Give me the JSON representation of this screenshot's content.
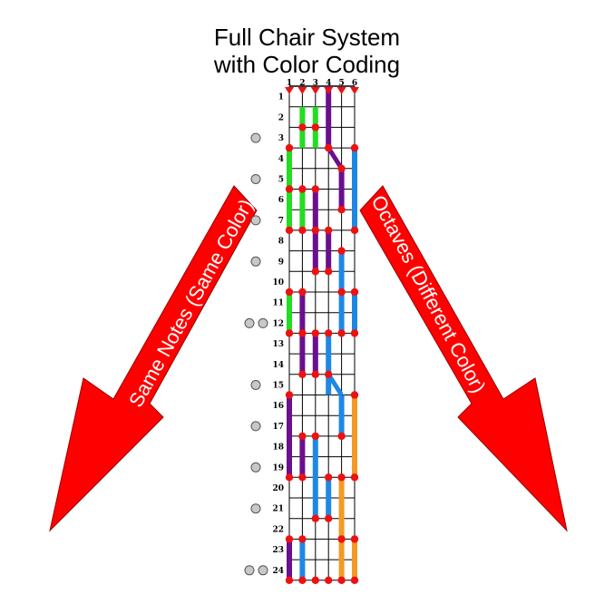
{
  "title": {
    "line1": "Full Chair System",
    "line2": "with Color Coding"
  },
  "string_numbers": [
    "1",
    "2",
    "3",
    "4",
    "5",
    "6"
  ],
  "fret_numbers": [
    "1",
    "2",
    "3",
    "4",
    "5",
    "6",
    "7",
    "8",
    "9",
    "10",
    "11",
    "12",
    "13",
    "14",
    "15",
    "16",
    "17",
    "18",
    "19",
    "20",
    "21",
    "22",
    "23",
    "24"
  ],
  "left_arrow_label": "Same Notes (Same Color)",
  "right_arrow_label": "Octaves (Different Color)",
  "colors": {
    "green": "#22dd22",
    "purple": "#6a0f8e",
    "blue": "#1e88e5",
    "orange": "#f39a26",
    "red": "#ee1111",
    "marker_fill": "#c8c8c8"
  },
  "fret_markers": {
    "single": [
      3,
      5,
      7,
      9,
      15,
      17,
      19,
      21
    ],
    "double": [
      12,
      24
    ]
  },
  "chairs": [
    {
      "color": "green",
      "segments": [
        [
          2,
          1,
          3
        ],
        [
          3,
          1,
          3
        ]
      ]
    },
    {
      "color": "purple",
      "segments": [
        [
          4,
          0,
          3
        ]
      ],
      "diag": [
        [
          4,
          3,
          5,
          4
        ]
      ]
    },
    {
      "color": "purple",
      "segments": [
        [
          5,
          4,
          6
        ]
      ]
    },
    {
      "color": "blue",
      "segments": [
        [
          6,
          3,
          7
        ]
      ]
    },
    {
      "color": "green",
      "segments": [
        [
          1,
          3,
          7
        ],
        [
          2,
          5,
          7
        ]
      ]
    },
    {
      "color": "purple",
      "segments": [
        [
          3,
          5,
          9
        ],
        [
          4,
          7,
          9
        ]
      ]
    },
    {
      "color": "blue",
      "segments": [
        [
          5,
          8,
          12
        ],
        [
          6,
          10,
          12
        ]
      ]
    },
    {
      "color": "green",
      "segments": [
        [
          1,
          10,
          12
        ]
      ]
    },
    {
      "color": "purple",
      "segments": [
        [
          2,
          10,
          14
        ],
        [
          3,
          12,
          14
        ]
      ]
    },
    {
      "color": "blue",
      "segments": [
        [
          4,
          12,
          15
        ]
      ],
      "diag": [
        [
          4,
          14,
          5,
          15
        ]
      ]
    },
    {
      "color": "blue",
      "segments": [
        [
          5,
          15,
          17
        ]
      ]
    },
    {
      "color": "orange",
      "segments": [
        [
          6,
          15,
          19
        ]
      ]
    },
    {
      "color": "purple",
      "segments": [
        [
          1,
          15,
          19
        ],
        [
          2,
          17,
          19
        ]
      ]
    },
    {
      "color": "blue",
      "segments": [
        [
          3,
          17,
          21
        ],
        [
          4,
          19,
          21
        ]
      ]
    },
    {
      "color": "orange",
      "segments": [
        [
          5,
          19,
          24
        ],
        [
          6,
          22,
          24
        ]
      ]
    },
    {
      "color": "purple",
      "segments": [
        [
          1,
          22,
          24
        ]
      ]
    },
    {
      "color": "blue",
      "segments": [
        [
          2,
          22,
          24
        ]
      ]
    }
  ],
  "note_dots": [
    [
      2,
      2
    ],
    [
      3,
      2
    ],
    [
      4,
      3
    ],
    [
      1,
      3
    ],
    [
      1,
      7
    ],
    [
      1,
      5
    ],
    [
      2,
      5
    ],
    [
      2,
      7
    ],
    [
      3,
      5
    ],
    [
      3,
      7
    ],
    [
      5,
      6
    ],
    [
      5,
      4
    ],
    [
      6,
      3
    ],
    [
      6,
      7
    ],
    [
      3,
      9
    ],
    [
      4,
      9
    ],
    [
      4,
      7
    ],
    [
      5,
      8
    ],
    [
      5,
      10
    ],
    [
      6,
      10
    ],
    [
      1,
      10
    ],
    [
      1,
      12
    ],
    [
      2,
      10
    ],
    [
      2,
      12
    ],
    [
      3,
      12
    ],
    [
      4,
      12
    ],
    [
      3,
      14
    ],
    [
      2,
      14
    ],
    [
      4,
      14
    ],
    [
      5,
      12
    ],
    [
      6,
      12
    ],
    [
      5,
      17
    ],
    [
      6,
      15
    ],
    [
      6,
      19
    ],
    [
      1,
      15
    ],
    [
      1,
      19
    ],
    [
      2,
      17
    ],
    [
      2,
      19
    ],
    [
      3,
      17
    ],
    [
      3,
      21
    ],
    [
      4,
      19
    ],
    [
      4,
      21
    ],
    [
      5,
      19
    ],
    [
      5,
      22
    ],
    [
      6,
      22
    ],
    [
      1,
      22
    ],
    [
      1,
      24
    ],
    [
      2,
      22
    ],
    [
      2,
      24
    ],
    [
      3,
      24
    ],
    [
      4,
      24
    ],
    [
      5,
      24
    ],
    [
      6,
      24
    ]
  ]
}
